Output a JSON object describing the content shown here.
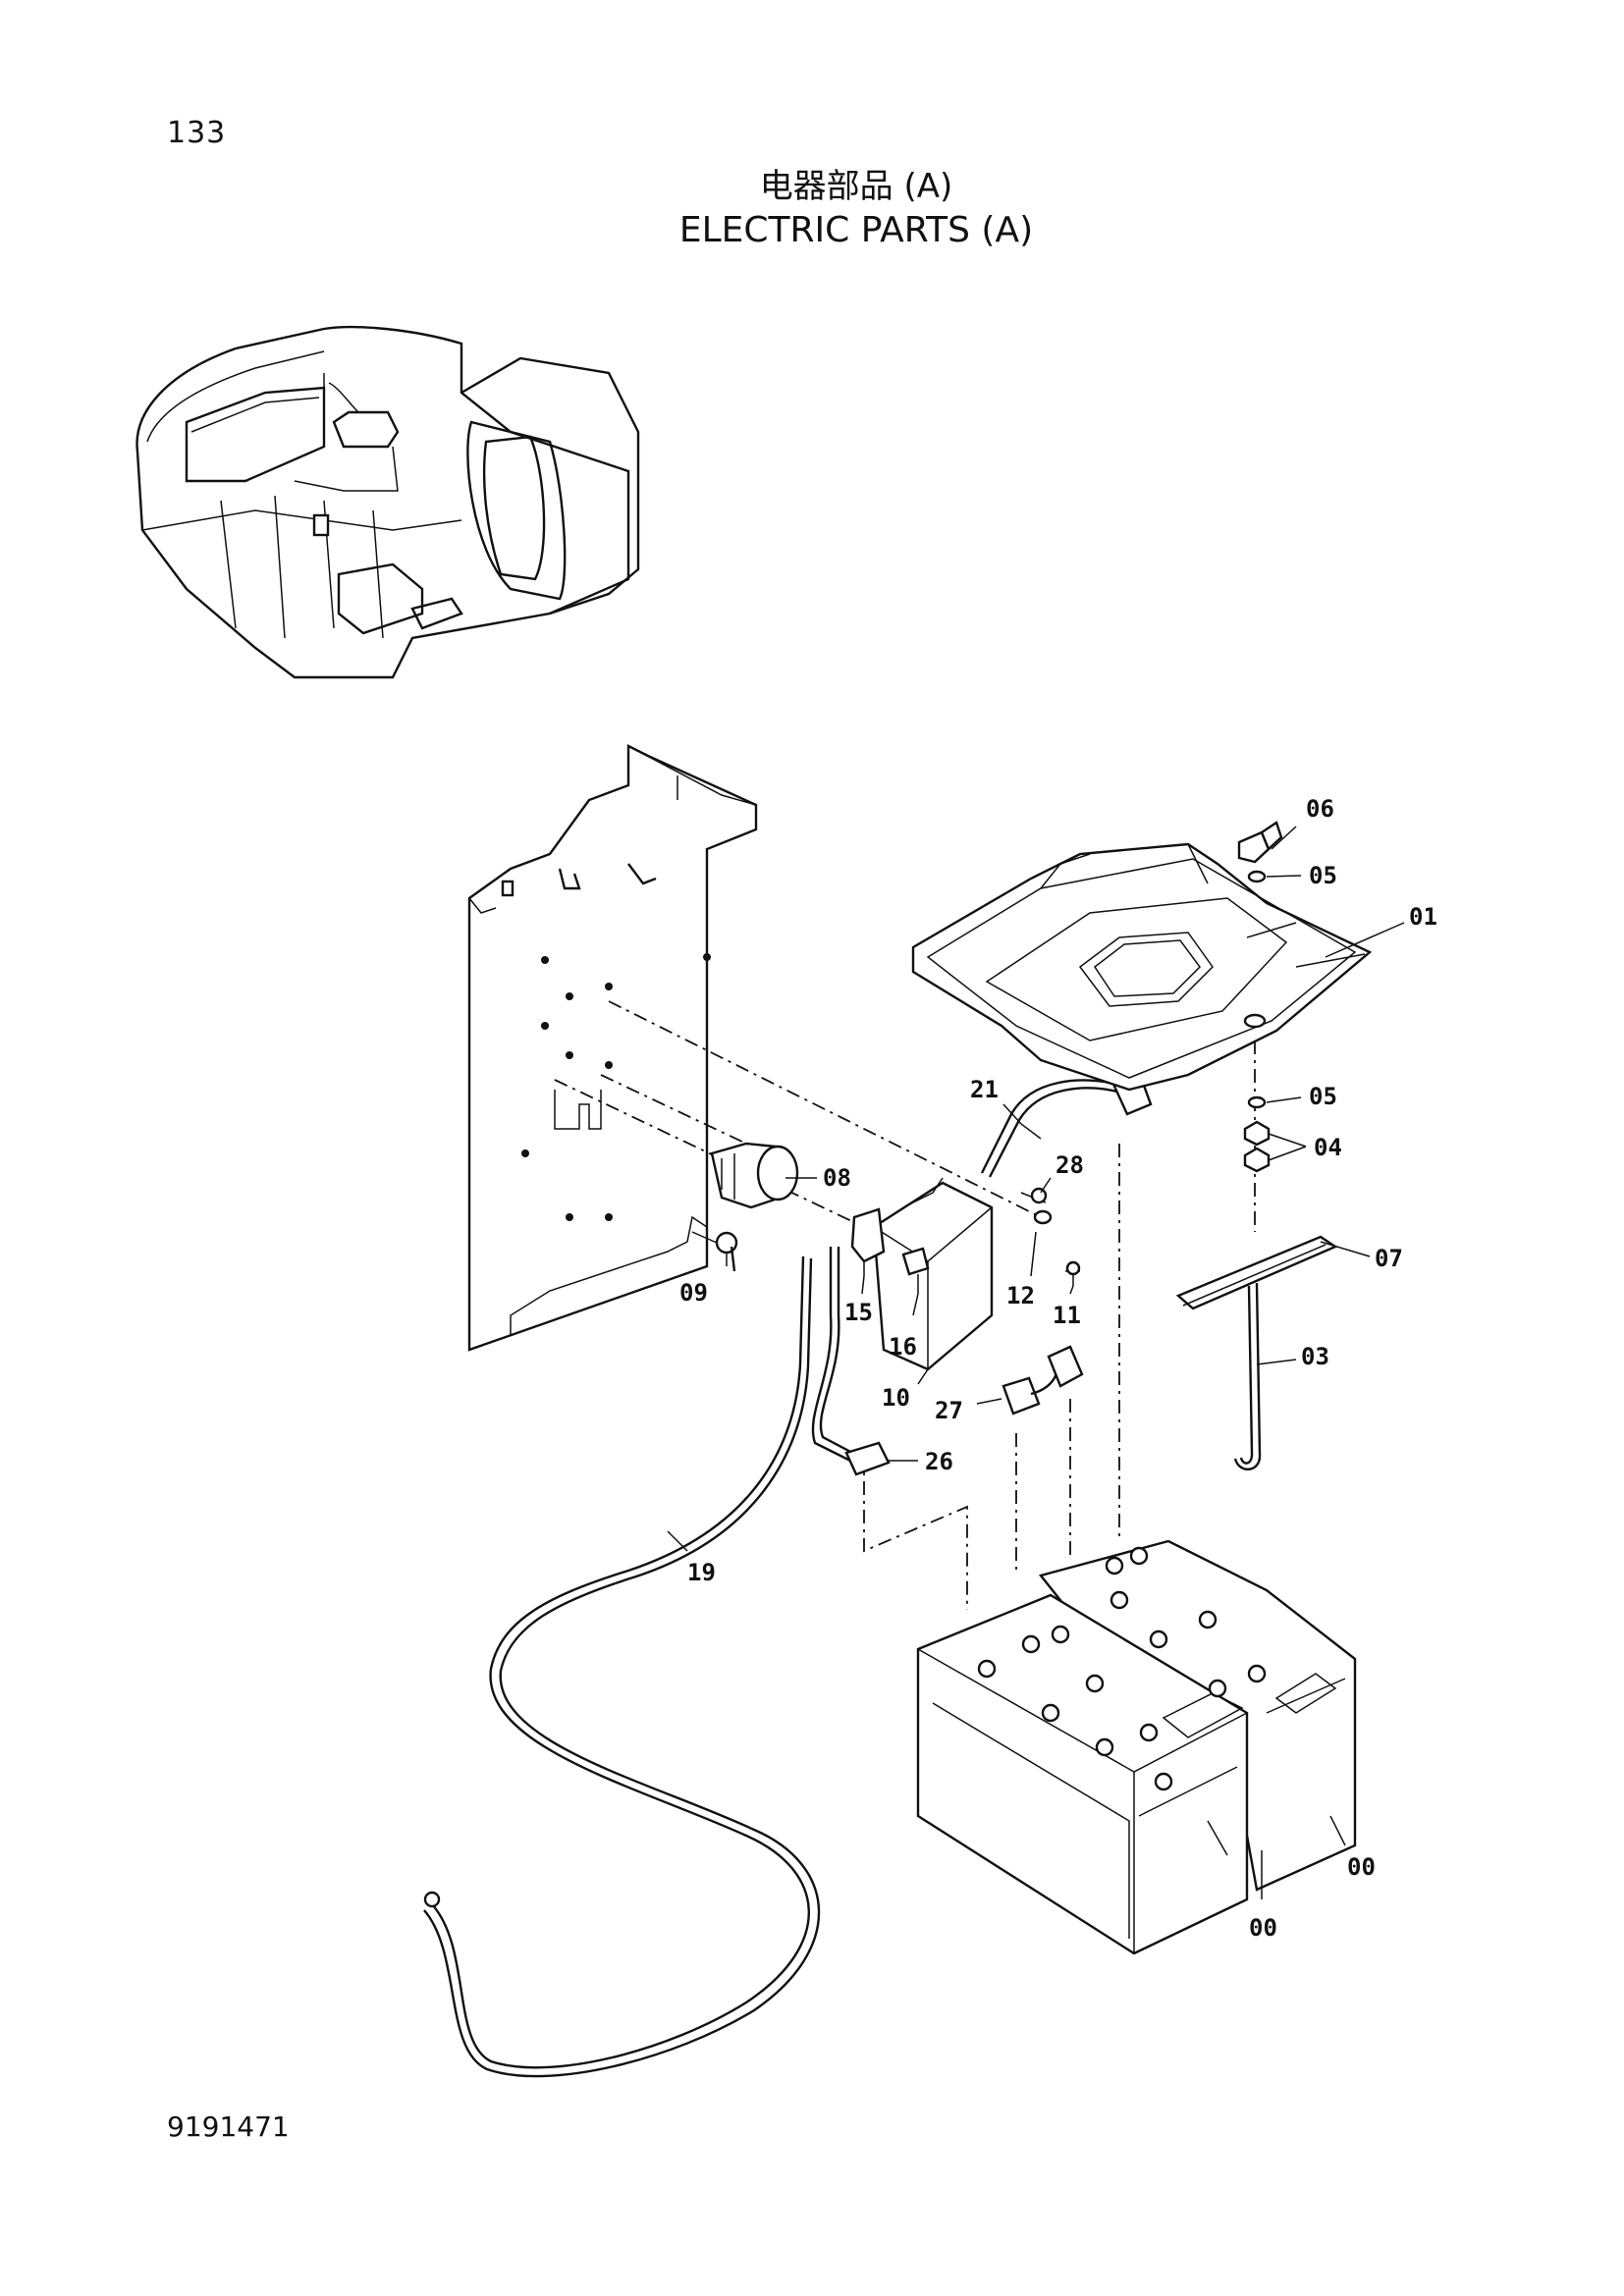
{
  "header": {
    "page_number": "133",
    "title_cn": "电器部品 (A)",
    "title_en": "ELECTRIC PARTS (A)"
  },
  "footer": {
    "document_id": "9191471"
  },
  "callouts": [
    "00",
    "00",
    "01",
    "03",
    "04",
    "05",
    "05",
    "06",
    "07",
    "08",
    "09",
    "10",
    "11",
    "12",
    "15",
    "16",
    "19",
    "21",
    "26",
    "27",
    "28"
  ]
}
